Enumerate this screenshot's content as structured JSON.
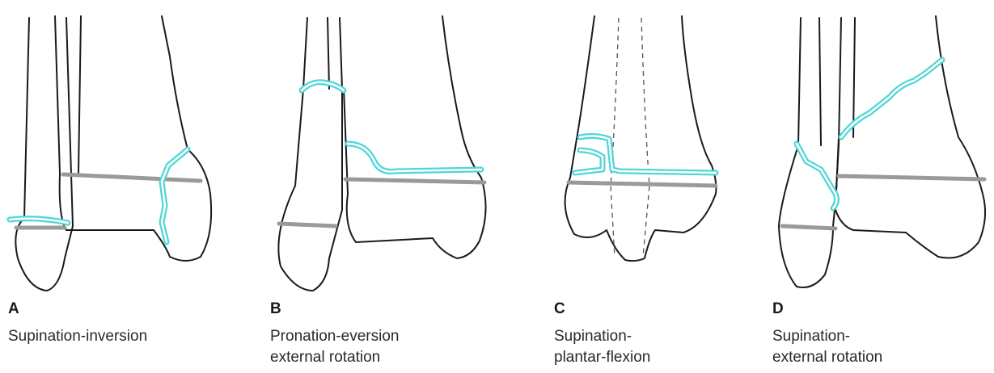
{
  "panels": [
    {
      "letter": "A",
      "caption_line1": "Supination-inversion",
      "caption_line2": ""
    },
    {
      "letter": "B",
      "caption_line1": "Pronation-eversion",
      "caption_line2": "external rotation"
    },
    {
      "letter": "C",
      "caption_line1": "Supination-",
      "caption_line2": "plantar-flexion"
    },
    {
      "letter": "D",
      "caption_line1": "Supination-",
      "caption_line2": "external rotation"
    }
  ],
  "colors": {
    "fracture_line": "#4fd6d6",
    "joint_line": "#9a9a9a",
    "outline": "#1a1a1a"
  }
}
